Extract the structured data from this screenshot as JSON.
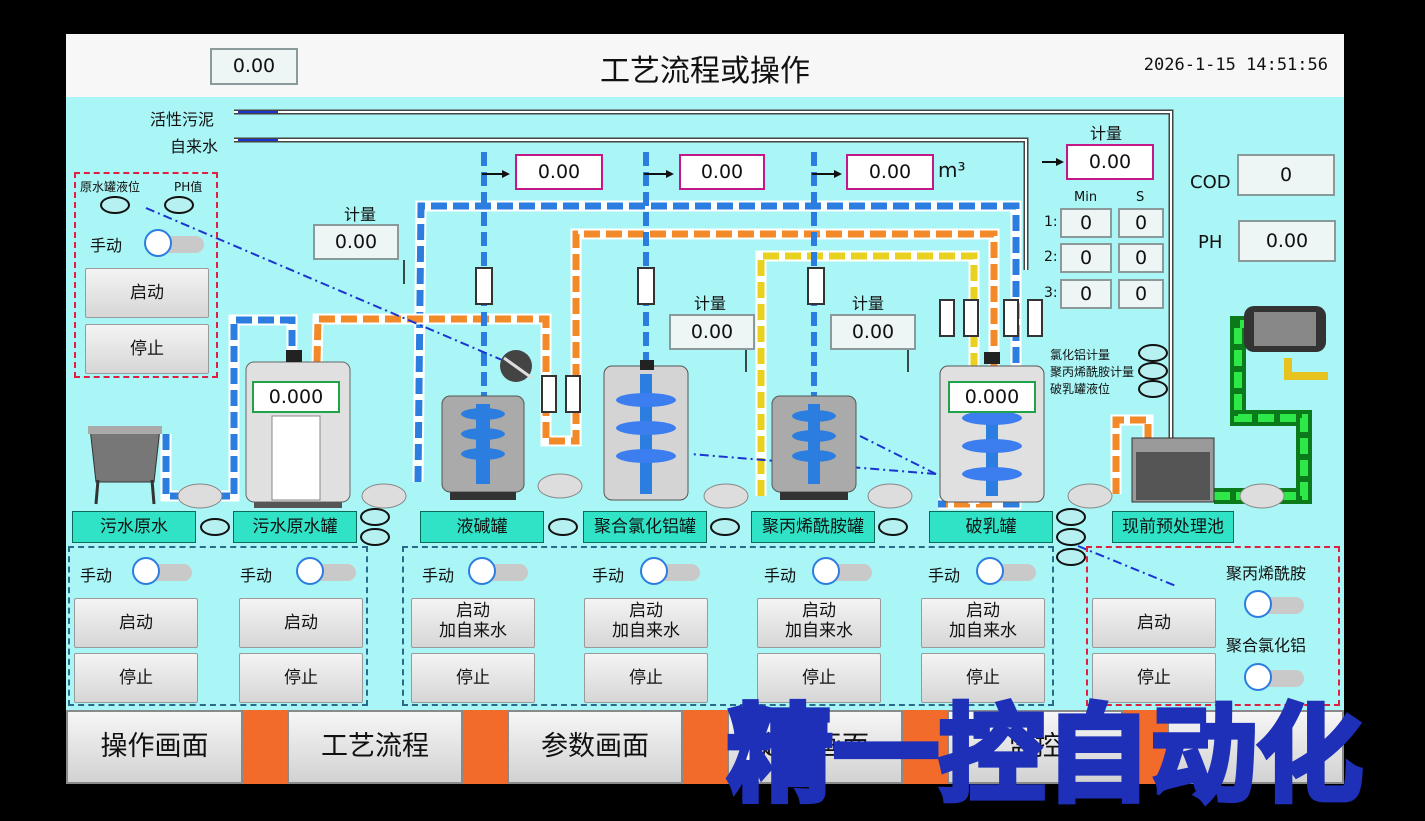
{
  "header": {
    "title": "工艺流程或操作",
    "left_value": "0.00",
    "datetime": "2026-1-15 14:51:56"
  },
  "inputs": {
    "activated_sludge": "活性污泥",
    "tap_water": "自来水"
  },
  "flows": {
    "meter_label": "计量",
    "unit": "m³",
    "line1": "0.00",
    "line2": "0.00",
    "line3": "0.00",
    "right_meter": "0.00",
    "meter_a": "0.00",
    "meter_b": "0.00",
    "meter_c": "0.00"
  },
  "analyzers": {
    "cod_label": "COD",
    "cod_value": "0",
    "ph_label": "PH",
    "ph_value": "0.00"
  },
  "timers": {
    "min_label": "Min",
    "s_label": "S",
    "rows": [
      {
        "idx": "1:",
        "min": "0",
        "s": "0"
      },
      {
        "idx": "2:",
        "min": "0",
        "s": "0"
      },
      {
        "idx": "3:",
        "min": "0",
        "s": "0"
      }
    ]
  },
  "raw_panel": {
    "level_label": "原水罐液位",
    "ph_label": "PH值",
    "manual": "手动",
    "start": "启动",
    "stop": "停止"
  },
  "tanks": {
    "sewage_raw": "污水原水",
    "sewage_tank": "污水原水罐",
    "sewage_level": "0.000",
    "lye_tank": "液碱罐",
    "pac_tank": "聚合氯化铝罐",
    "pam_tank": "聚丙烯酰胺罐",
    "demulsify_tank": "破乳罐",
    "demulsify_level": "0.000",
    "pretreat_pool": "现前预处理池"
  },
  "legend": {
    "pac_meter": "氯化铝计量",
    "pam_meter": "聚丙烯酰胺计量",
    "demulsify_level": "破乳罐液位"
  },
  "controls": {
    "manual": "手动",
    "start": "启动",
    "stop": "停止",
    "start_line1": "启动",
    "start_line2": "加自来水"
  },
  "right_panel": {
    "pam": "聚丙烯酰胺",
    "pac": "聚合氯化铝",
    "start": "启动",
    "stop": "停止"
  },
  "nav": {
    "operation": "操作画面",
    "process": "工艺流程",
    "params": "参数画面",
    "hidden4": "趋势画面",
    "hidden5": "监控"
  },
  "watermark": "精一控自动化",
  "colors": {
    "background": "#aaf5f5",
    "pipe_blue": "#2b7ee0",
    "pipe_orange": "#f28a2a",
    "pipe_yellow": "#e8d21f",
    "pipe_green": "#1ec23a",
    "nav_orange": "#f26b2a"
  }
}
